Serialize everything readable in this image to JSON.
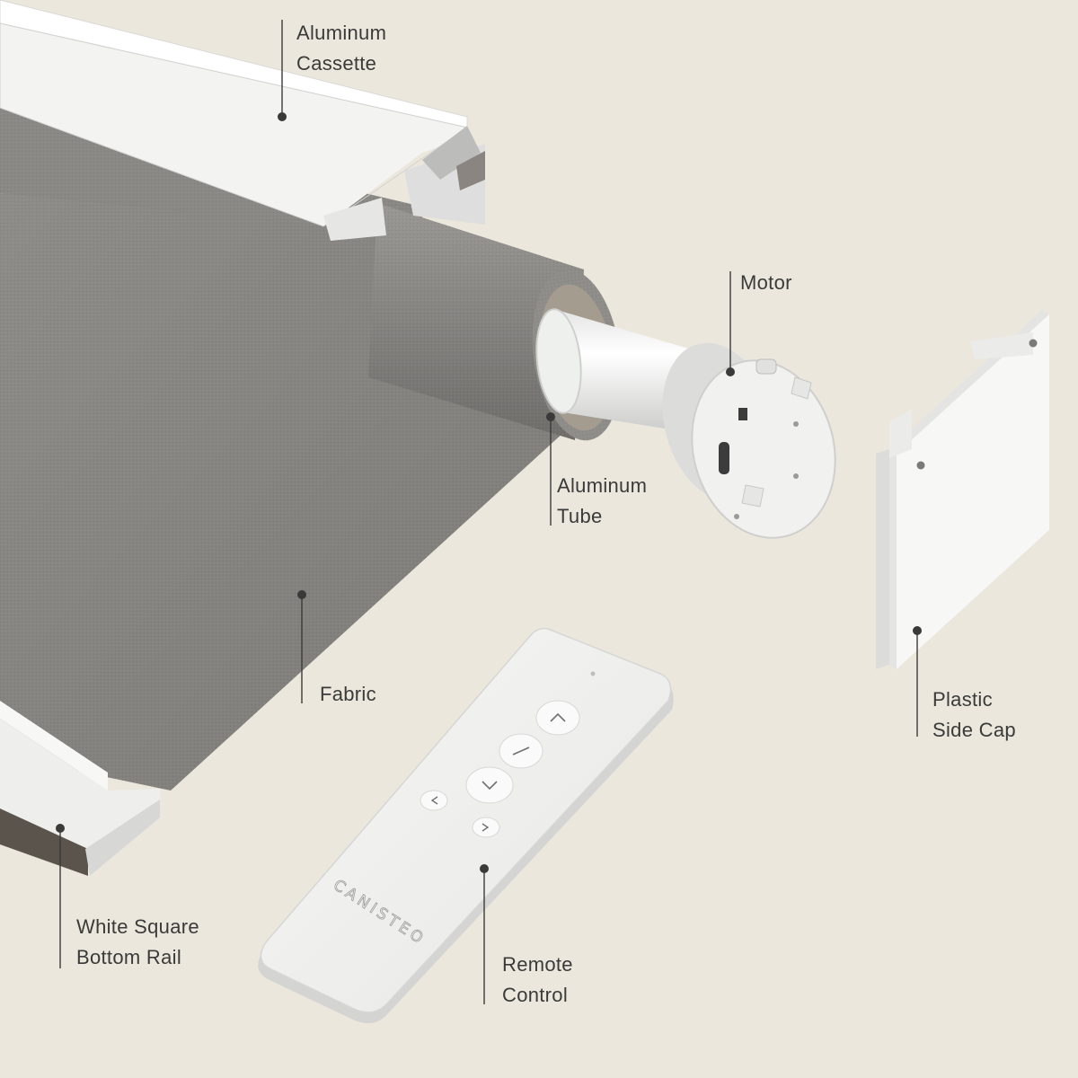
{
  "labels": {
    "cassette": [
      "Aluminum",
      "Cassette"
    ],
    "motor": [
      "Motor"
    ],
    "tube": [
      "Aluminum",
      "Tube"
    ],
    "side_cap": [
      "Plastic",
      "Side Cap"
    ],
    "fabric": [
      "Fabric"
    ],
    "bottom_rail": [
      "White Square",
      "Bottom Rail"
    ],
    "remote": [
      "Remote",
      "Control"
    ]
  },
  "remote_brand": "CANISTEO",
  "colors": {
    "background": "#ece7dc",
    "fabric": "#85837f",
    "white_parts": "#f4f4f2",
    "leader_lines": "#3a3a3a"
  }
}
